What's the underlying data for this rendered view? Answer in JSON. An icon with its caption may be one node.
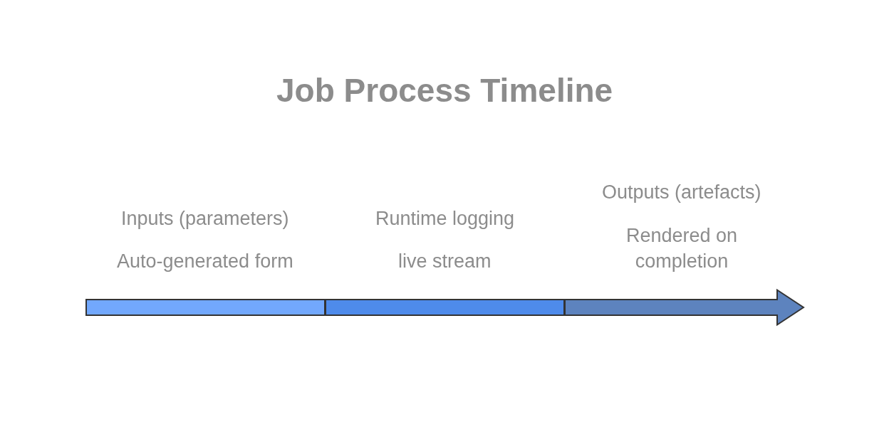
{
  "diagram": {
    "title": "Job Process Timeline",
    "nodes": [
      {
        "text": [
          "Inputs (parameters)",
          "Auto-generated form"
        ]
      },
      {
        "text": [
          "Runtime logging",
          "live stream"
        ]
      },
      {
        "text": [
          "Outputs (artefacts)",
          "Rendered on completion"
        ]
      }
    ]
  }
}
